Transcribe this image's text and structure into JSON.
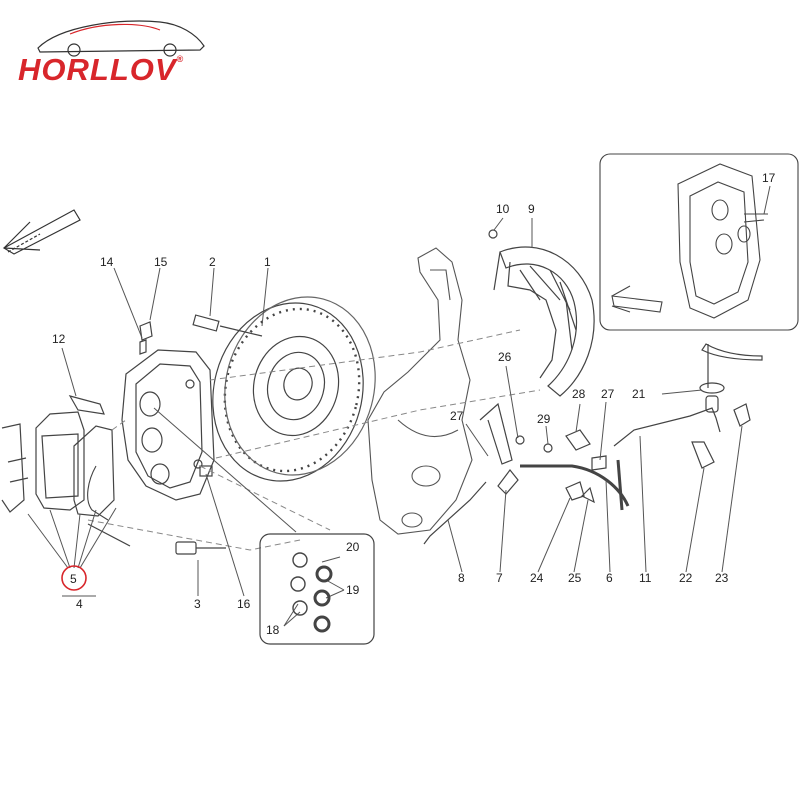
{
  "brand": {
    "name": "HORLLOV",
    "mark": "®",
    "color": "#d8262b"
  },
  "callouts": [
    "1",
    "2",
    "3",
    "4",
    "5",
    "6",
    "7",
    "8",
    "9",
    "10",
    "11",
    "12",
    "14",
    "15",
    "16",
    "17",
    "18",
    "19",
    "20",
    "21",
    "22",
    "23",
    "24",
    "25",
    "26",
    "27",
    "28",
    "29"
  ],
  "highlight_color": "#d8262b",
  "line_color": "#444444"
}
